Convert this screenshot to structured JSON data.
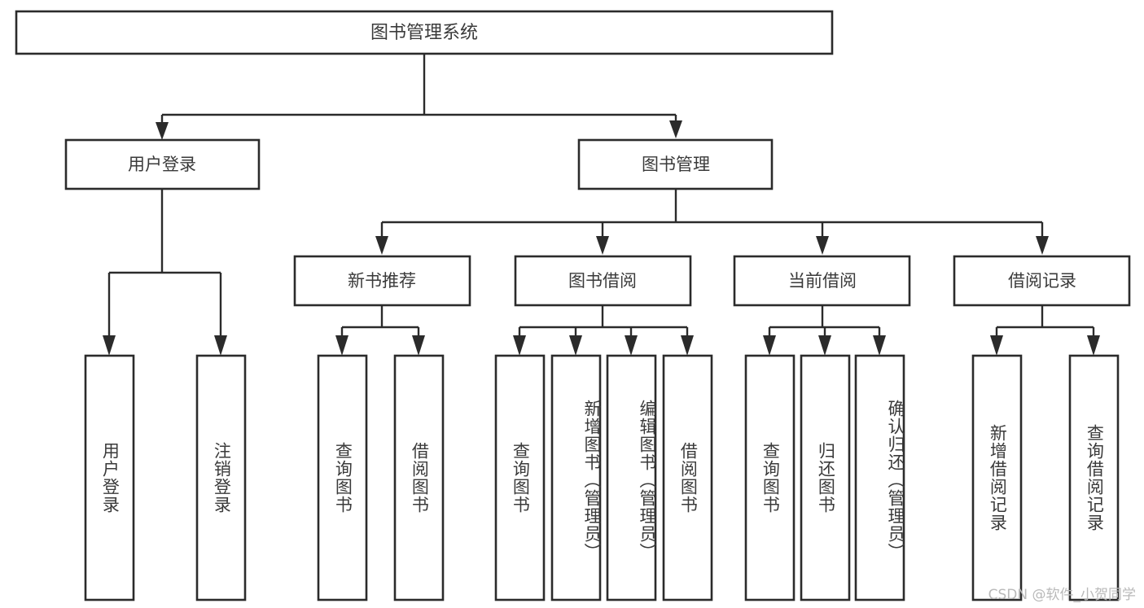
{
  "diagram": {
    "title": "图书管理系统",
    "type": "tree-hierarchy",
    "watermark": "CSDN @软件_小贺同学",
    "colors": {
      "box_stroke": "#2b2b2b",
      "box_fill": "#ffffff",
      "text": "#3a3a3a",
      "background": "#ffffff",
      "watermark": "#b9b9b9"
    },
    "root": {
      "label": "图书管理系统"
    },
    "level1": [
      {
        "label": "用户登录"
      },
      {
        "label": "图书管理"
      }
    ],
    "level2": [
      {
        "label": "新书推荐"
      },
      {
        "label": "图书借阅"
      },
      {
        "label": "当前借阅"
      },
      {
        "label": "借阅记录"
      }
    ],
    "leaves": {
      "user_login": [
        {
          "label": "用户登录"
        },
        {
          "label": "注销登录"
        }
      ],
      "new_book_recommend": [
        {
          "label": "查询图书"
        },
        {
          "label": "借阅图书"
        }
      ],
      "book_borrow": [
        {
          "label": "查询图书"
        },
        {
          "label": "新增图书（管理员）"
        },
        {
          "label": "编辑图书（管理员）"
        },
        {
          "label": "借阅图书"
        }
      ],
      "current_borrow": [
        {
          "label": "查询图书"
        },
        {
          "label": "归还图书"
        },
        {
          "label": "确认归还（管理员）"
        }
      ],
      "borrow_record": [
        {
          "label": "新增借阅记录"
        },
        {
          "label": "查询借阅记录"
        }
      ]
    }
  }
}
